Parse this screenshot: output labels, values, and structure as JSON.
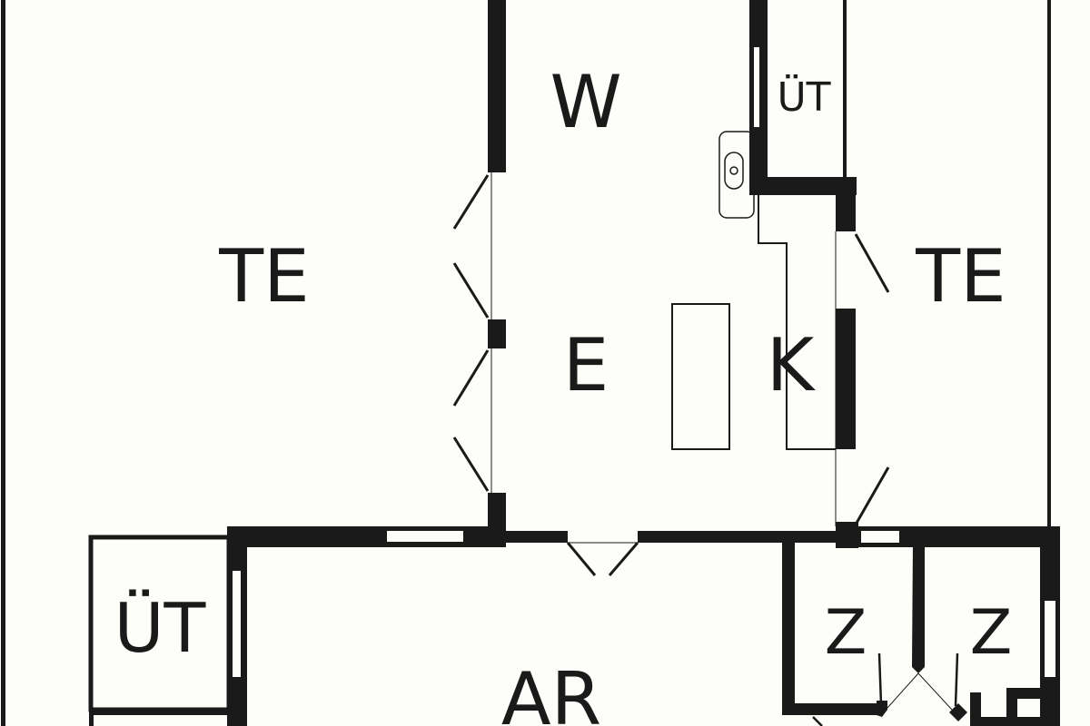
{
  "floorplan": {
    "rooms": {
      "te_left": "TE",
      "w": "W",
      "ut_top": "ÜT",
      "e": "E",
      "k": "K",
      "te_right": "TE",
      "ut_left": "ÜT",
      "ar": "AR",
      "z_left": "Z",
      "z_right": "Z"
    },
    "colors": {
      "wall": "#1a1a1a",
      "background": "#fdfdf9"
    }
  }
}
